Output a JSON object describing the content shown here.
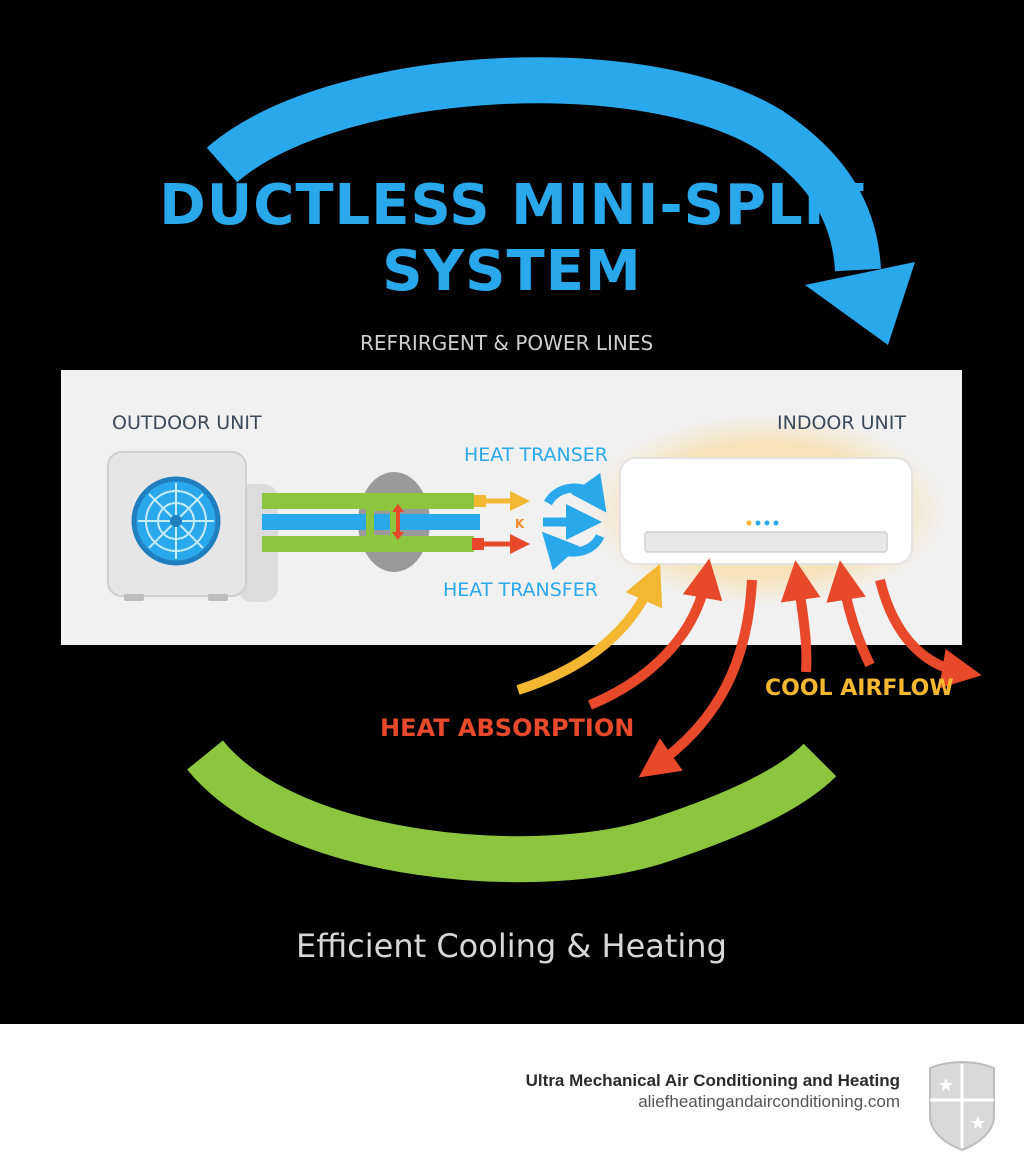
{
  "title": {
    "line1": "DUCTLESS MINI-SPLIT",
    "line2": "SYSTEM"
  },
  "labels": {
    "lines": "REFRIRGENT & POWER LINES",
    "outdoor_unit": "OUTDOOR UNIT",
    "indoor_unit": "INDOOR UNIT",
    "heat_transfer_top": "HEAT TRANSER",
    "heat_transfer_bottom": "HEAT TRANSFER",
    "heat_absorption": "HEAT ABSORPTION",
    "cool_airflow": "COOL AIRFLOW",
    "footer_caption": "Efficient Cooling & Heating"
  },
  "brand": {
    "name": "Ultra Mechanical Air Conditioning and Heating",
    "url": "aliefheatingandairconditioning.com"
  },
  "colors": {
    "blue": "#2aa8ec",
    "green": "#8cc63f",
    "orange_red": "#e8492b",
    "yellow": "#f3b731",
    "panel": "#f1f1f1"
  }
}
